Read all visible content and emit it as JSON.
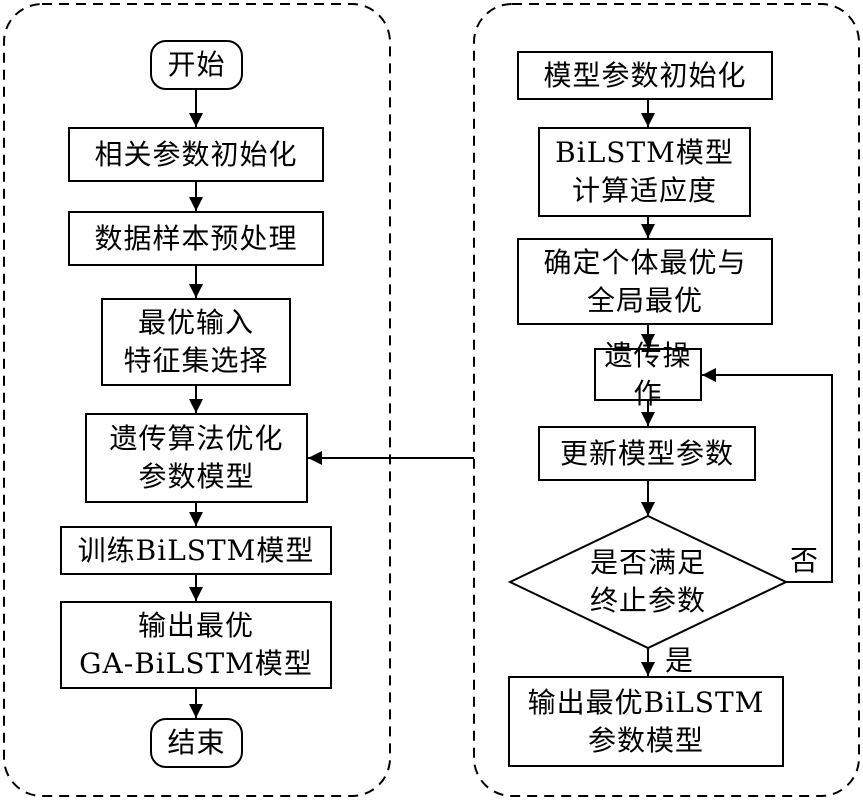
{
  "left_flow": {
    "start": "开始",
    "init_params": "相关参数初始化",
    "preprocess": "数据样本预处理",
    "feature_select": "最优输入\n特征集选择",
    "ga_optimize": "遗传算法优化\n参数模型",
    "train": "训练BiLSTM模型",
    "output": "输出最优\nGA-BiLSTM模型",
    "end": "结束"
  },
  "right_flow": {
    "model_init": "模型参数初始化",
    "fitness": "BiLSTM模型\n计算适应度",
    "best": "确定个体最优与\n全局最优",
    "genetic_ops": "遗传操作",
    "update": "更新模型参数",
    "decision": "是否满足\n终止参数",
    "output": "输出最优BiLSTM\n参数模型",
    "no_label": "否",
    "yes_label": "是"
  }
}
